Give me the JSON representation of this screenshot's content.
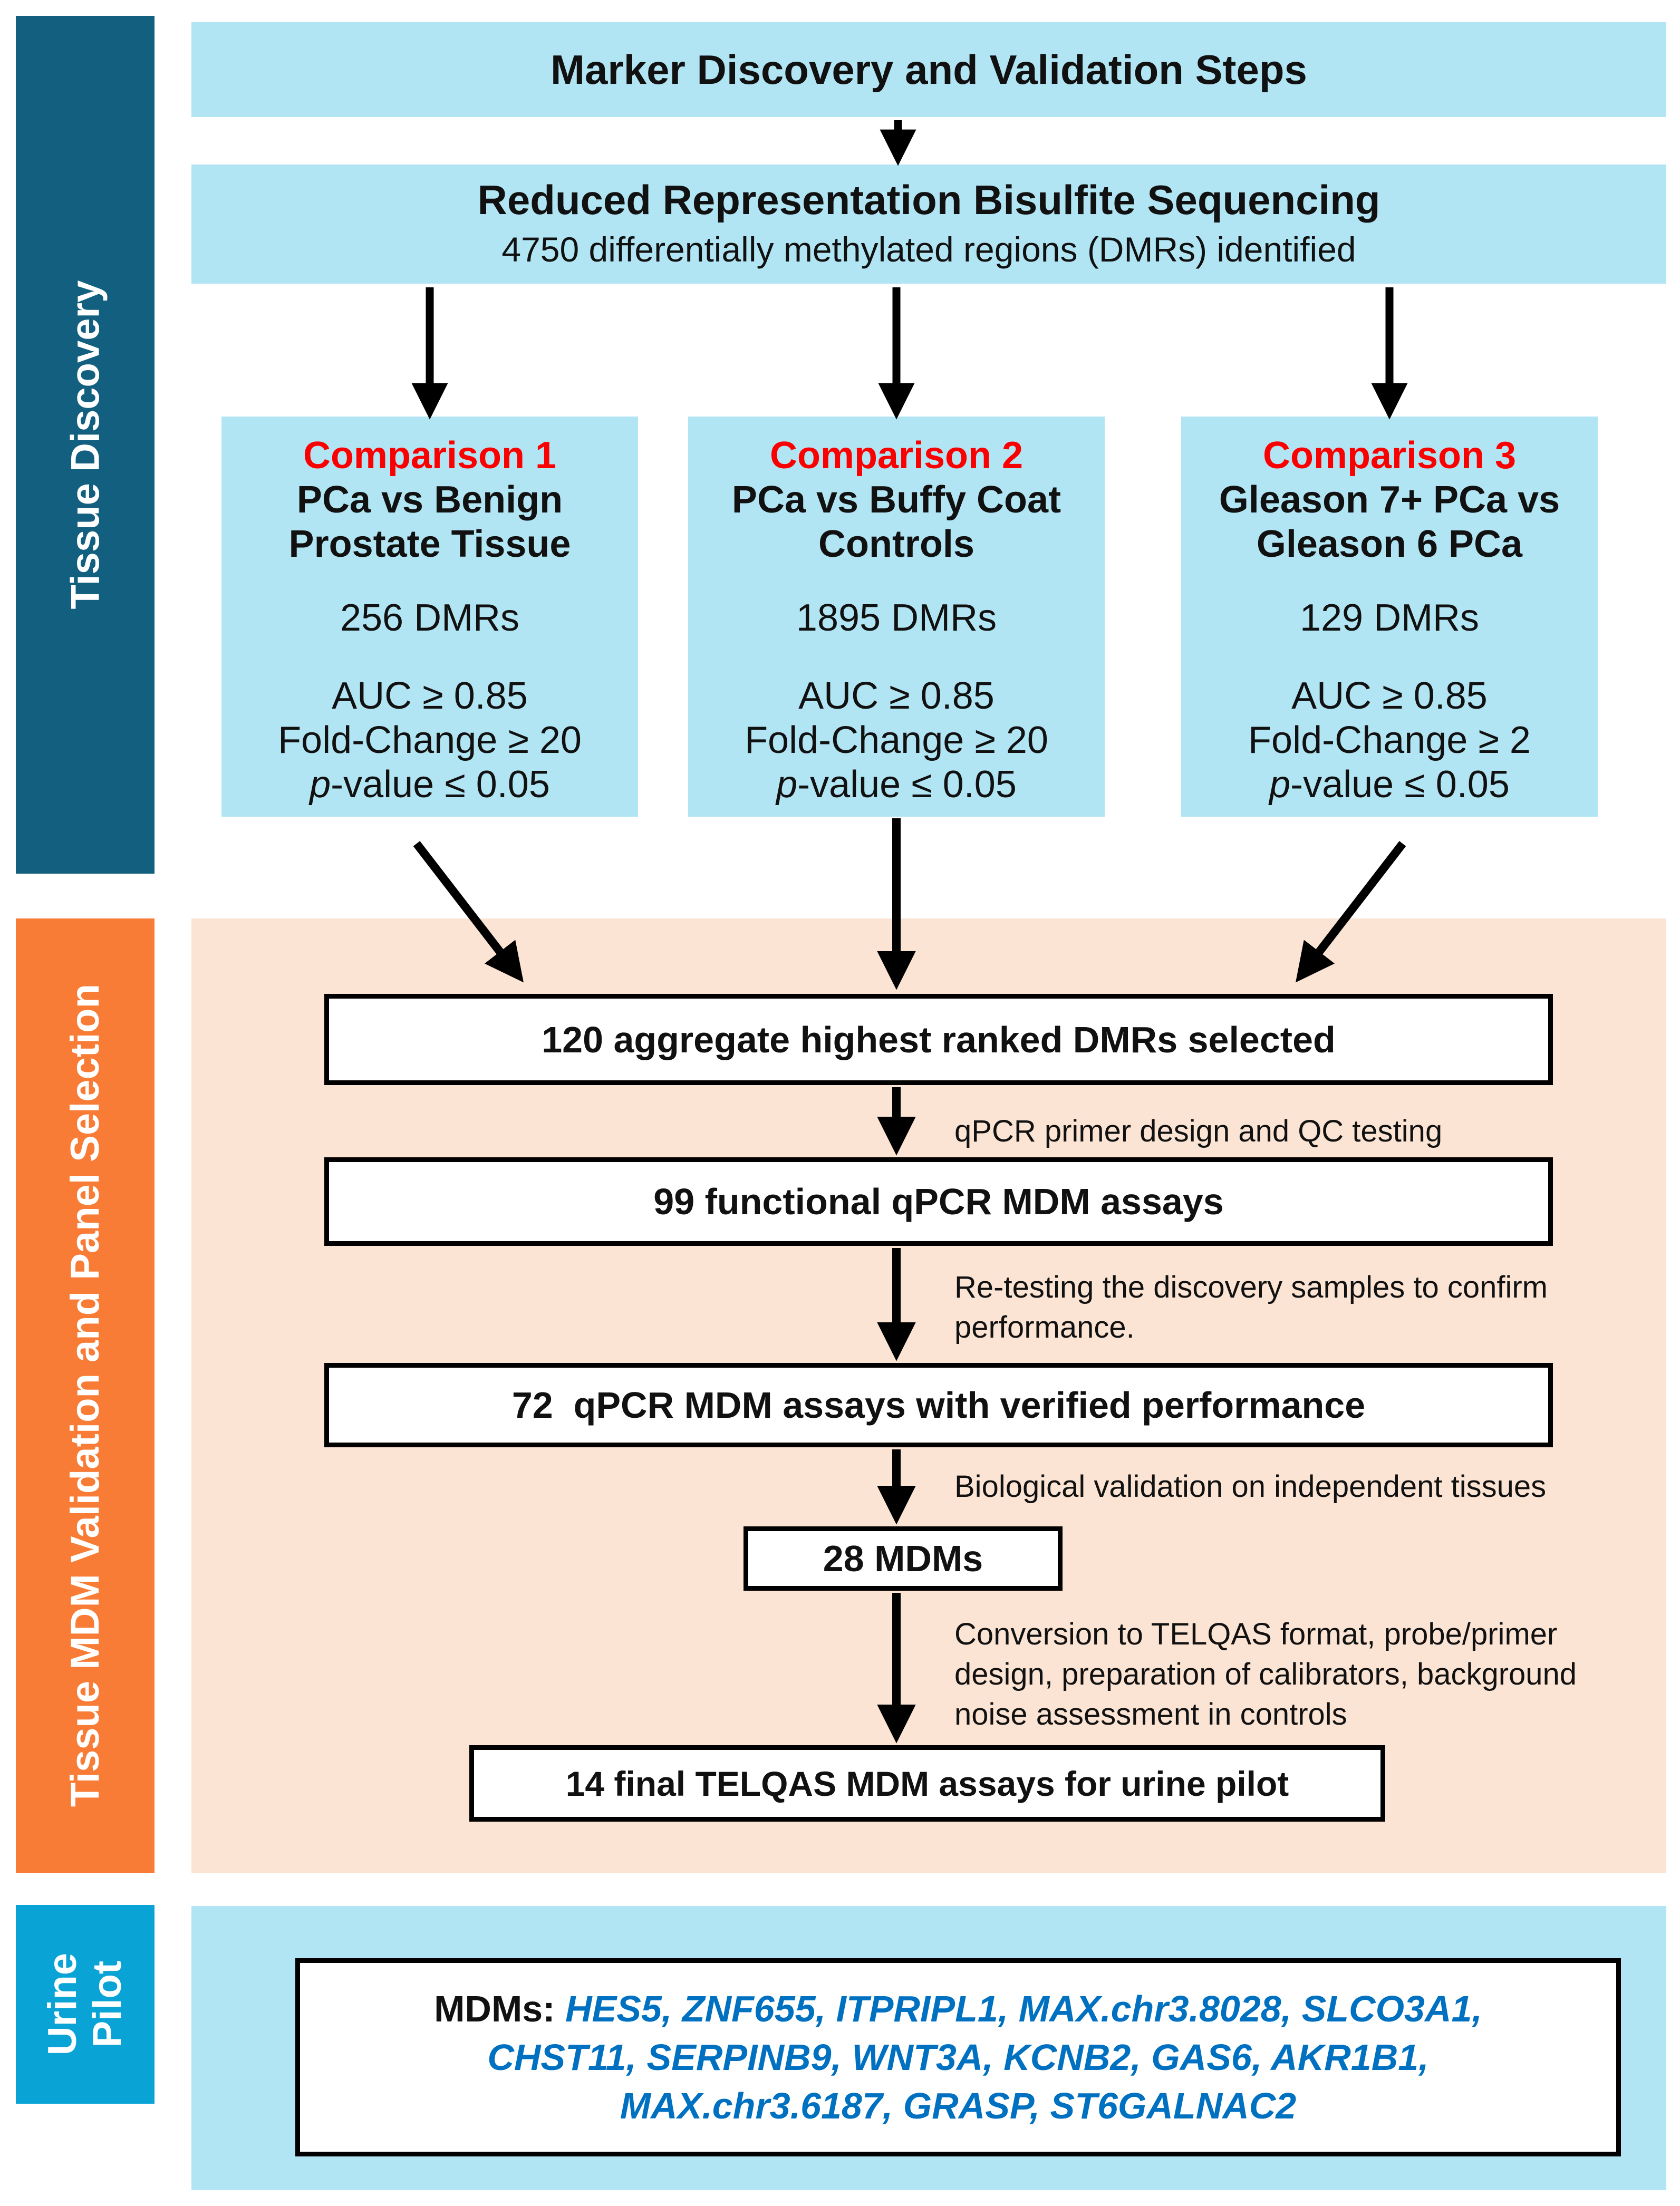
{
  "figure": {
    "type": "flowchart",
    "colors": {
      "sidebar_teal": "#135F7F",
      "sidebar_orange": "#F87C35",
      "sidebar_blue": "#09A3D6",
      "light_blue_panel": "#B2E5F4",
      "peach_panel": "#FCE4D4",
      "comparison_label_red": "#FB0000",
      "gene_list_blue": "#0070C0",
      "arrow_black": "#000000"
    }
  },
  "sidebar": {
    "sections": [
      {
        "label": "Tissue Discovery"
      },
      {
        "label": "Tissue MDM Validation and Panel Selection"
      },
      {
        "label": [
          "Urine",
          "Pilot"
        ]
      }
    ]
  },
  "header": {
    "title": "Marker Discovery and Validation Steps"
  },
  "sequencing": {
    "title": "Reduced Representation Bisulfite Sequencing",
    "subtitle": "4750 differentially methylated regions (DMRs) identified"
  },
  "comparisons": [
    {
      "label": "Comparison 1",
      "title": [
        "PCa vs Benign",
        "Prostate Tissue"
      ],
      "dmrs": "256 DMRs",
      "criteria": [
        "AUC ≥ 0.85",
        "Fold-Change ≥ 20"
      ],
      "p_prefix": "p",
      "p_rest": "-value ≤ 0.05"
    },
    {
      "label": "Comparison 2",
      "title": [
        "PCa vs Buffy Coat",
        "Controls"
      ],
      "dmrs": "1895 DMRs",
      "criteria": [
        "AUC ≥ 0.85",
        "Fold-Change ≥ 20"
      ],
      "p_prefix": "p",
      "p_rest": "-value ≤ 0.05"
    },
    {
      "label": "Comparison 3",
      "title": [
        "Gleason 7+ PCa vs",
        "Gleason 6 PCa"
      ],
      "dmrs": "129 DMRs",
      "criteria": [
        "AUC ≥ 0.85",
        "Fold-Change ≥ 2"
      ],
      "p_prefix": "p",
      "p_rest": "-value ≤ 0.05"
    }
  ],
  "pipeline": {
    "step1": "120 aggregate highest ranked DMRs selected",
    "arrow1_label": "qPCR primer design and QC testing",
    "step2": "99 functional qPCR MDM assays",
    "arrow2_label": [
      "Re-testing the discovery samples to confirm",
      "performance."
    ],
    "step3": "72  qPCR MDM assays with verified performance",
    "arrow3_label": "Biological validation on independent tissues",
    "step4": "28 MDMs",
    "arrow4_label": [
      "Conversion to TELQAS format, probe/primer",
      "design, preparation of calibrators, background",
      "noise assessment in controls"
    ],
    "step5": "14 final TELQAS MDM assays for urine pilot"
  },
  "urine_pilot_panel": {
    "prefix": "MDMs: ",
    "line1": "HES5, ZNF655, ITPRIPL1, MAX.chr3.8028, SLCO3A1,",
    "line2": "CHST11, SERPINB9, WNT3A, KCNB2, GAS6, AKR1B1,",
    "line3": "MAX.chr3.6187, GRASP, ST6GALNAC2"
  }
}
